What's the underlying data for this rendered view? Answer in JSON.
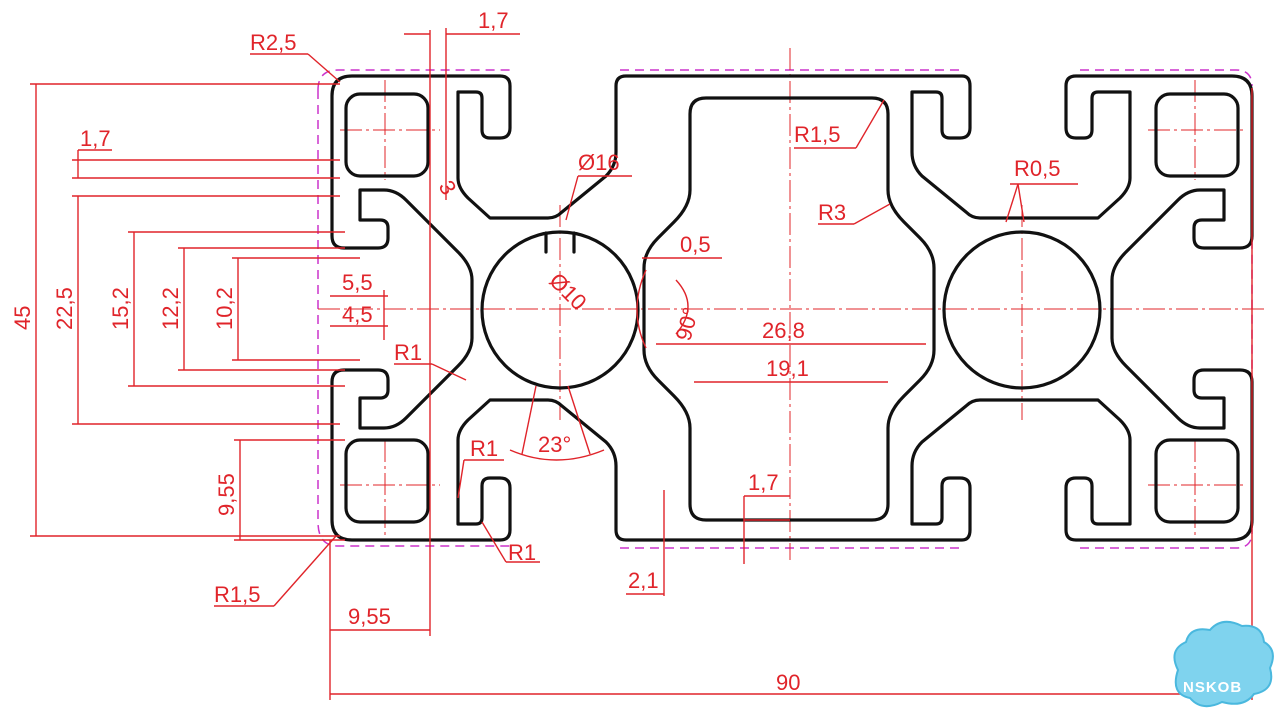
{
  "colors": {
    "dimension": "#e0242a",
    "outline": "#111111",
    "boundary": "#cc33cc",
    "watermark": "#7fd3ee"
  },
  "dimensions": {
    "overall_width": "90",
    "overall_height": "45",
    "height_22_5": "22,5",
    "height_15_2": "15,2",
    "height_12_2": "12,2",
    "height_10_2": "10,2",
    "height_9_55": "9,55",
    "width_9_55": "9,55",
    "slot_5_5": "5,5",
    "slot_4_5": "4,5",
    "top_1_7": "1,7",
    "left_1_7": "1,7",
    "bottom_1_7": "1,7",
    "wall_3": "3",
    "wall_2_1": "2,1",
    "offset_0_5": "0,5",
    "span_26_8": "26,8",
    "span_19_1": "19,1",
    "dia_16": "Ø16",
    "dia_10": "Ø10",
    "angle_90": "90°",
    "angle_23": "23°",
    "r_2_5": "R2,5",
    "r_1_5_bottom": "R1,5",
    "r_1_5_top": "R1,5",
    "r_3": "R3",
    "r_0_5": "R0,5",
    "r_1_a": "R1",
    "r_1_b": "R1",
    "r_1_c": "R1"
  },
  "watermark": {
    "brand": "NSKOB"
  }
}
